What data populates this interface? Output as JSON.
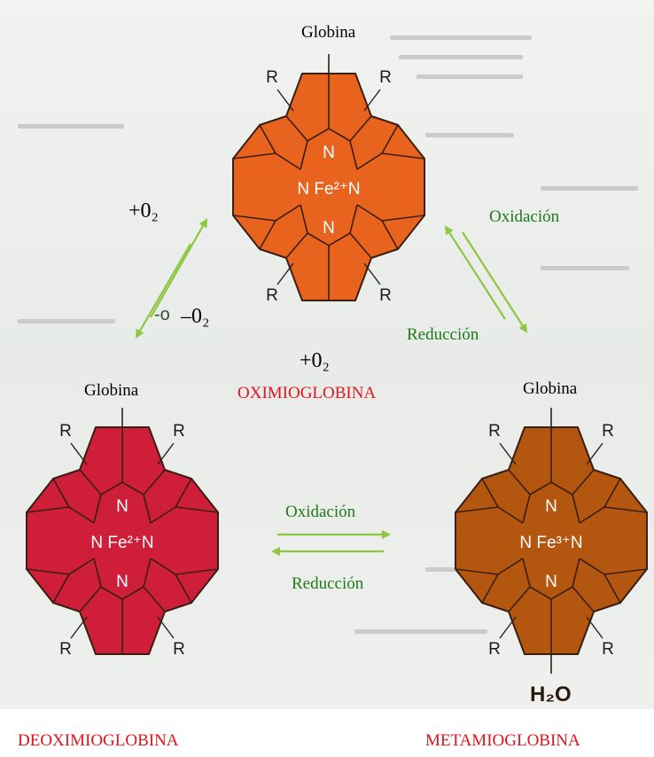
{
  "molecules": {
    "oxy": {
      "globina": "Globina",
      "center": "N Fe²⁺N",
      "n": "N",
      "r": "R",
      "name": "OXIMIOGLOBINA",
      "bottom_ligand": "+0₂"
    },
    "deoxy": {
      "globina": "Globina",
      "center": "N Fe²⁺N",
      "n": "N",
      "r": "R",
      "name": "DEOXIMIOGLOBINA"
    },
    "met": {
      "globina": "Globina",
      "center": "N Fe³⁺N",
      "n": "N",
      "r": "R",
      "name": "METAMIOGLOBINA",
      "bottom_ligand": "H₂O"
    }
  },
  "reactions": {
    "add_o2": "+0₂",
    "remove_o2": "–0₂",
    "remove_o2_faint": "-o",
    "oxy_met_forward": "Oxidación",
    "oxy_met_reverse": "Reducción",
    "deoxy_met_forward": "Oxidación",
    "deoxy_met_reverse": "Reducción"
  },
  "colors": {
    "oxy_fill": "#e8641e",
    "deoxy_fill": "#cf1e3a",
    "met_fill": "#b3560f",
    "arrow": "#8dc63f",
    "reaction_label": "#1e7a16",
    "name_label": "#e0141a"
  }
}
